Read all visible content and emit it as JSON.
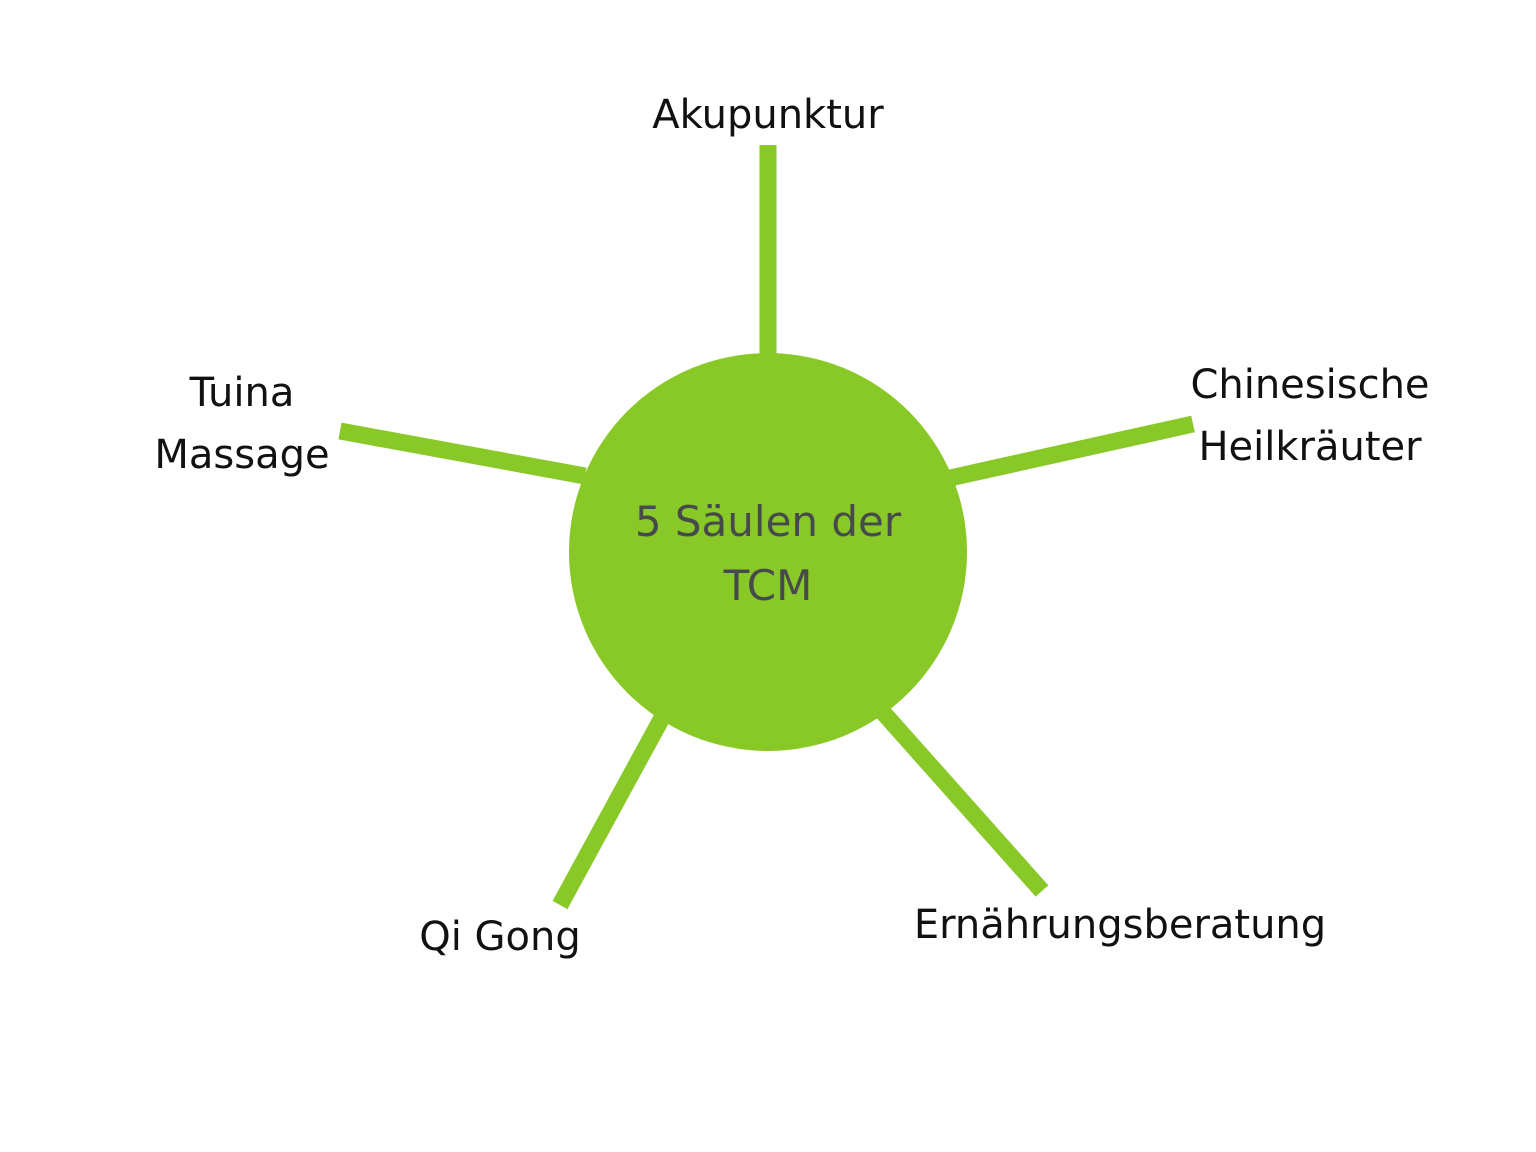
{
  "colors": {
    "accent": "#88c928",
    "center_text": "#474a4a",
    "label_text": "#111111",
    "background": "#ffffff"
  },
  "center": {
    "line1": "5 Säulen der",
    "line2": "TCM"
  },
  "pillars": [
    {
      "id": "akupunktur",
      "lines": [
        "Akupunktur"
      ]
    },
    {
      "id": "heilkraeuter",
      "lines": [
        "Chinesische",
        "Heilkräuter"
      ]
    },
    {
      "id": "tuina",
      "lines": [
        "Tuina",
        "Massage"
      ]
    },
    {
      "id": "qigong",
      "lines": [
        "Qi Gong"
      ]
    },
    {
      "id": "ernaehrung",
      "lines": [
        "Ernährungsberatung"
      ]
    }
  ]
}
